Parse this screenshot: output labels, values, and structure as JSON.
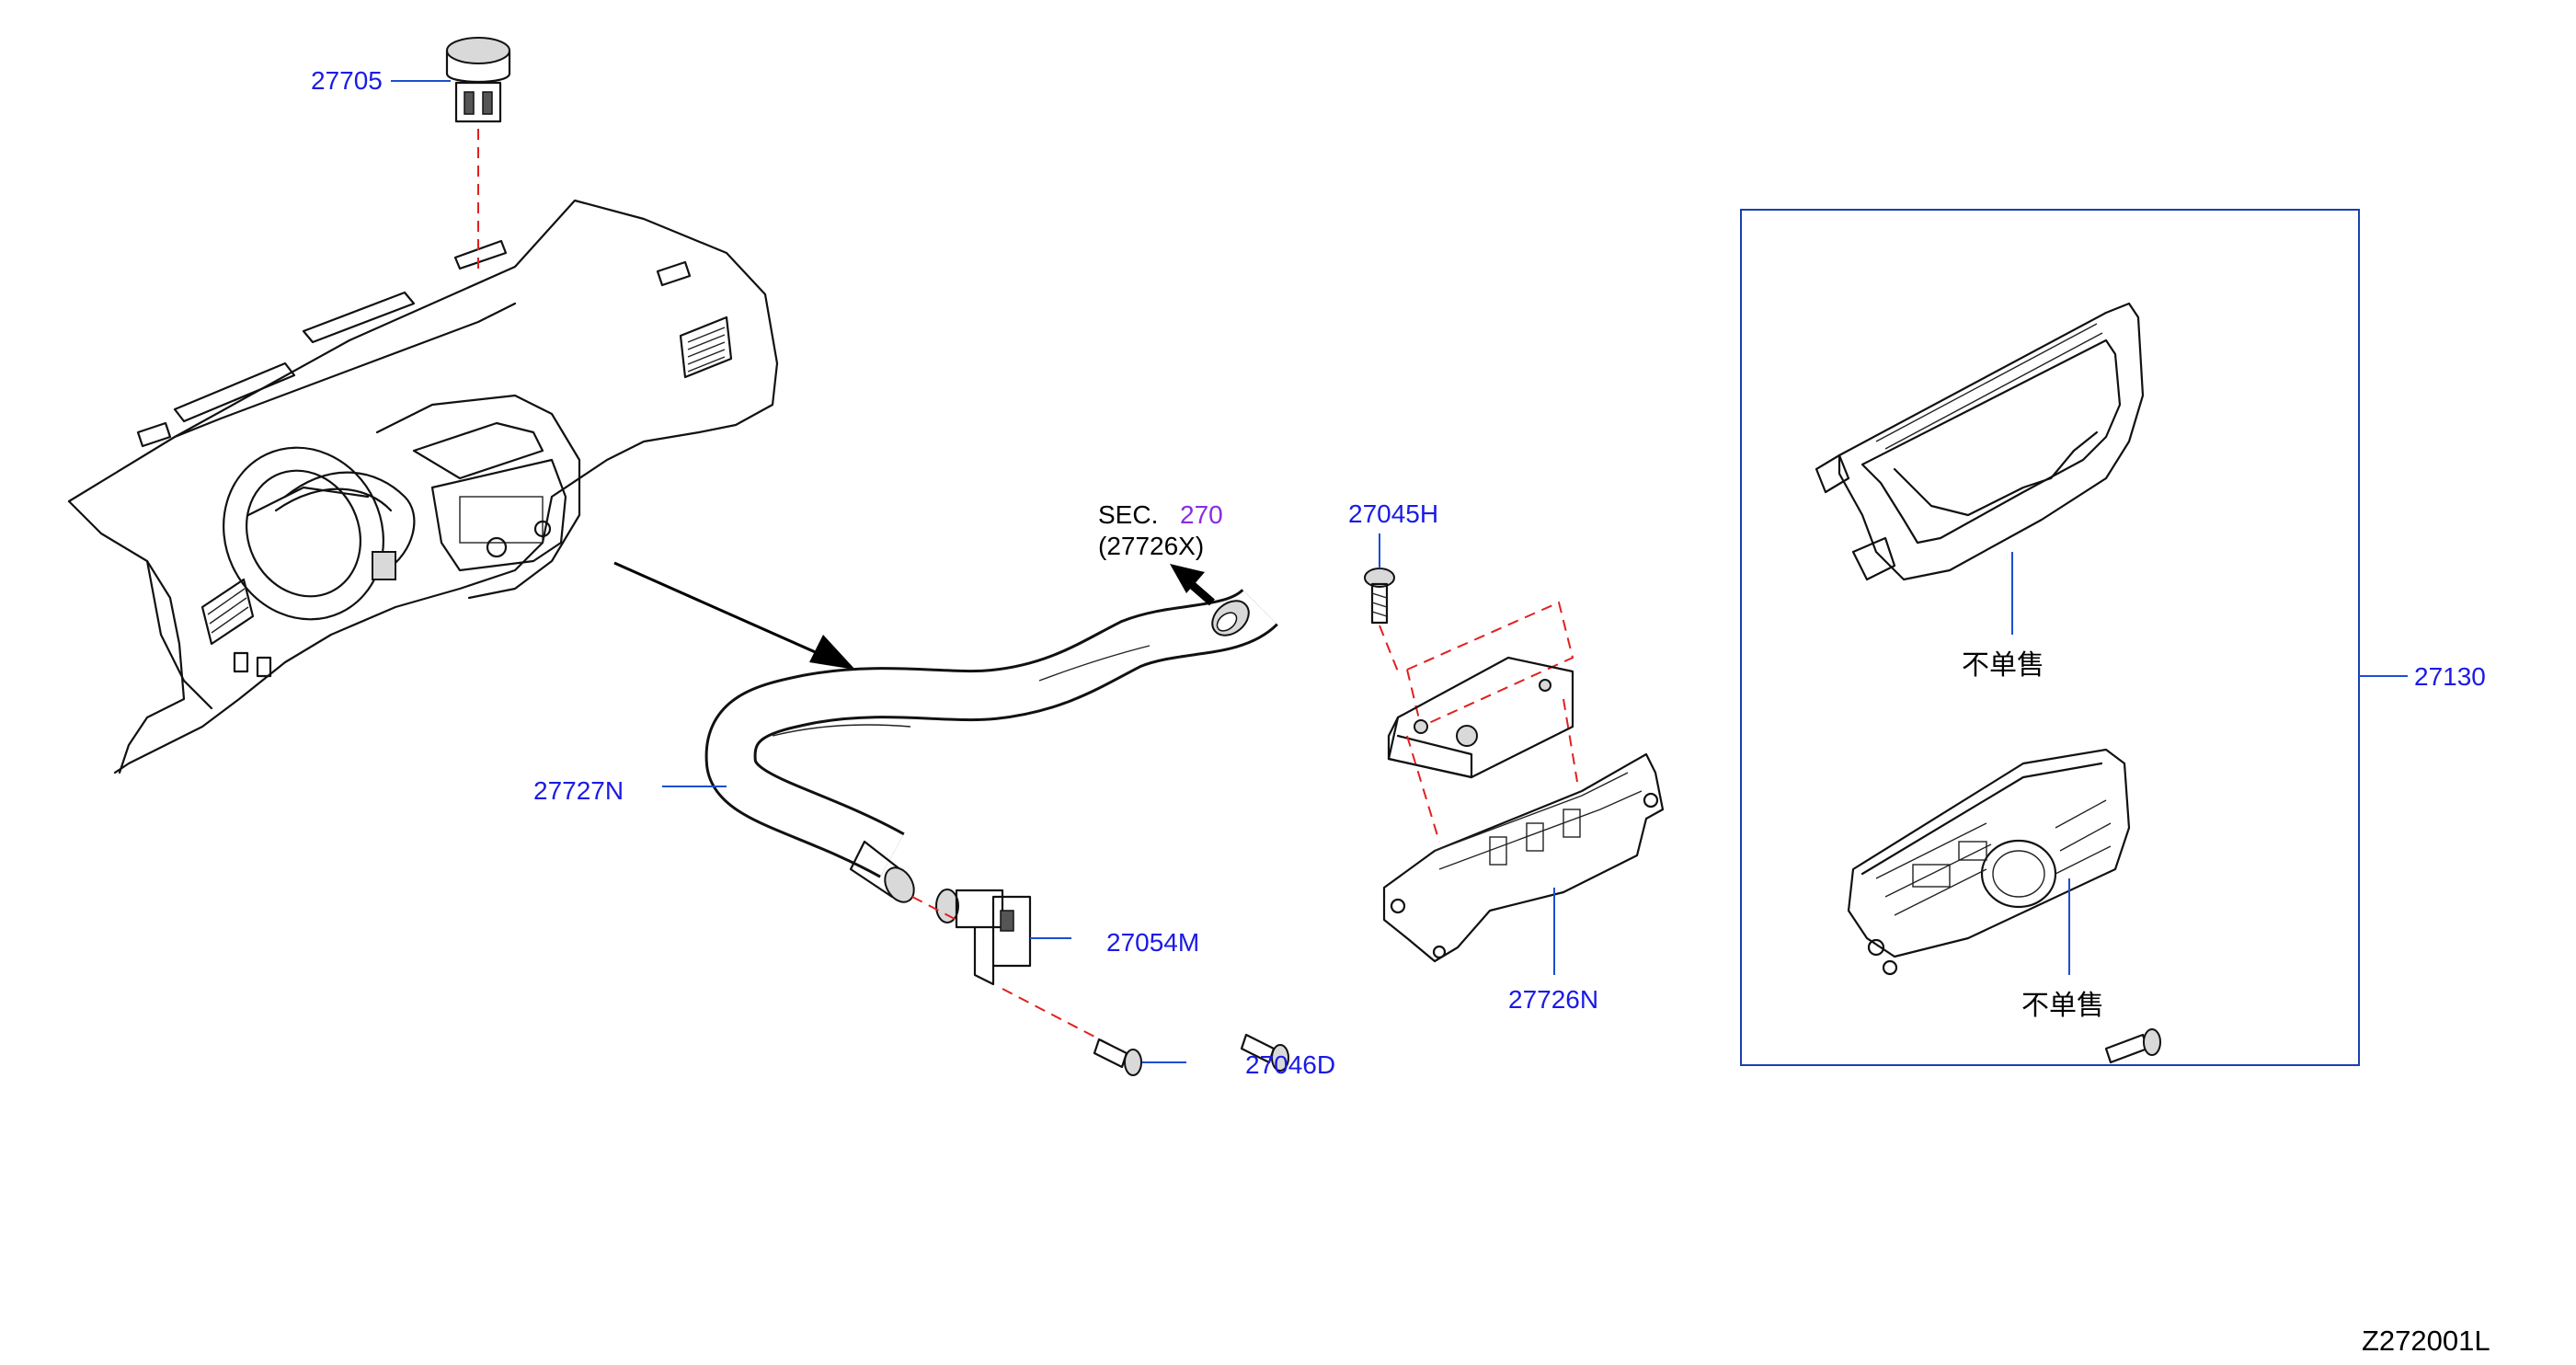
{
  "diagram_id": "Z272001L",
  "callouts": {
    "p27705": "27705",
    "p27045H": "27045H",
    "p27727N": "27727N",
    "p27054M": "27054M",
    "p27046D": "27046D",
    "p27726N": "27726N",
    "p27130": "27130"
  },
  "section_ref": {
    "prefix": "SEC.",
    "number": "270",
    "part": "(27726X)"
  },
  "not_sold_label_1": "不单售",
  "not_sold_label_2": "不单售",
  "colors": {
    "callout_text": "#1a1ae6",
    "section_number": "#8a2be2",
    "leader": "#1a4fd0",
    "dashed_line": "#e02020"
  }
}
